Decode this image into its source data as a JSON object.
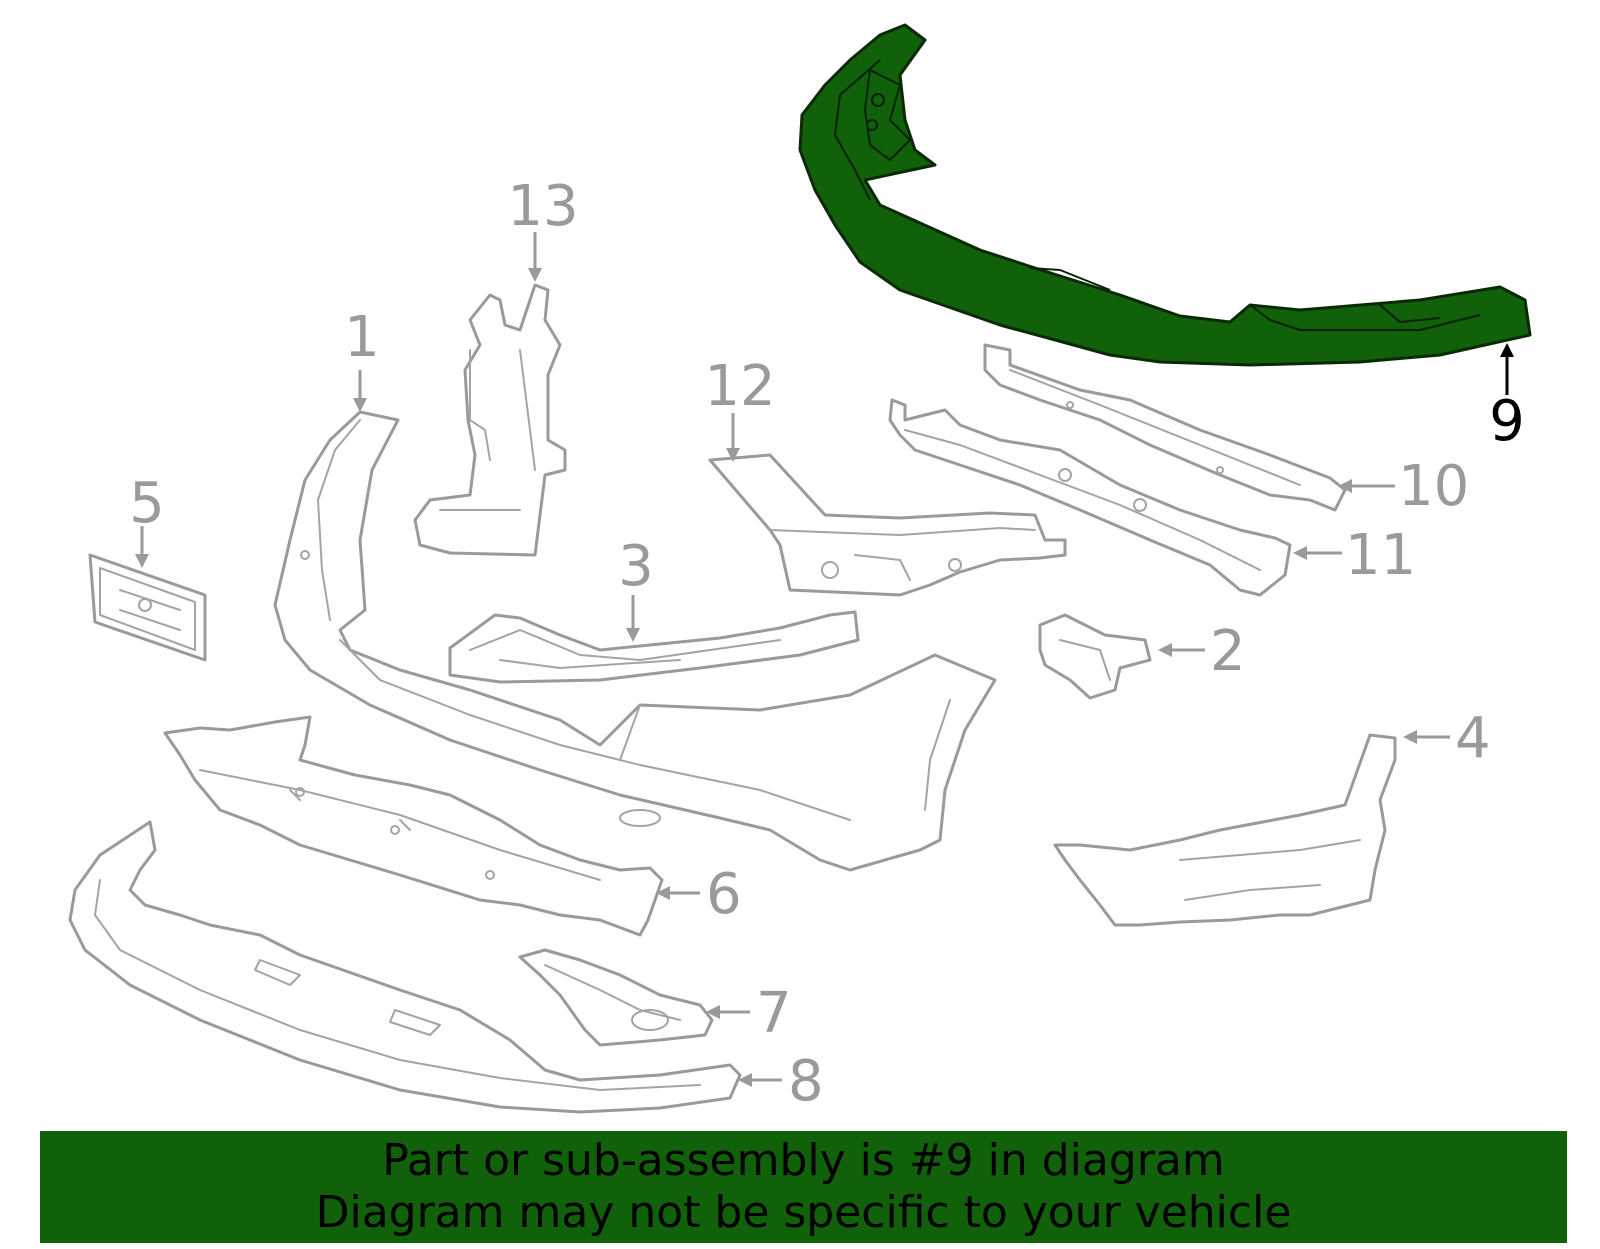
{
  "diagram": {
    "highlight_color": "#11600a",
    "part_color": "#9a9a9a",
    "callouts": [
      {
        "id": "1",
        "label": "1"
      },
      {
        "id": "2",
        "label": "2"
      },
      {
        "id": "3",
        "label": "3"
      },
      {
        "id": "4",
        "label": "4"
      },
      {
        "id": "5",
        "label": "5"
      },
      {
        "id": "6",
        "label": "6"
      },
      {
        "id": "7",
        "label": "7"
      },
      {
        "id": "8",
        "label": "8"
      },
      {
        "id": "9",
        "label": "9"
      },
      {
        "id": "10",
        "label": "10"
      },
      {
        "id": "11",
        "label": "11"
      },
      {
        "id": "12",
        "label": "12"
      },
      {
        "id": "13",
        "label": "13"
      }
    ],
    "highlighted_part": "9"
  },
  "banner": {
    "line1": "Part or sub-assembly is #9 in diagram",
    "line2": "Diagram may not be specific to your vehicle",
    "background": "#11600a"
  }
}
